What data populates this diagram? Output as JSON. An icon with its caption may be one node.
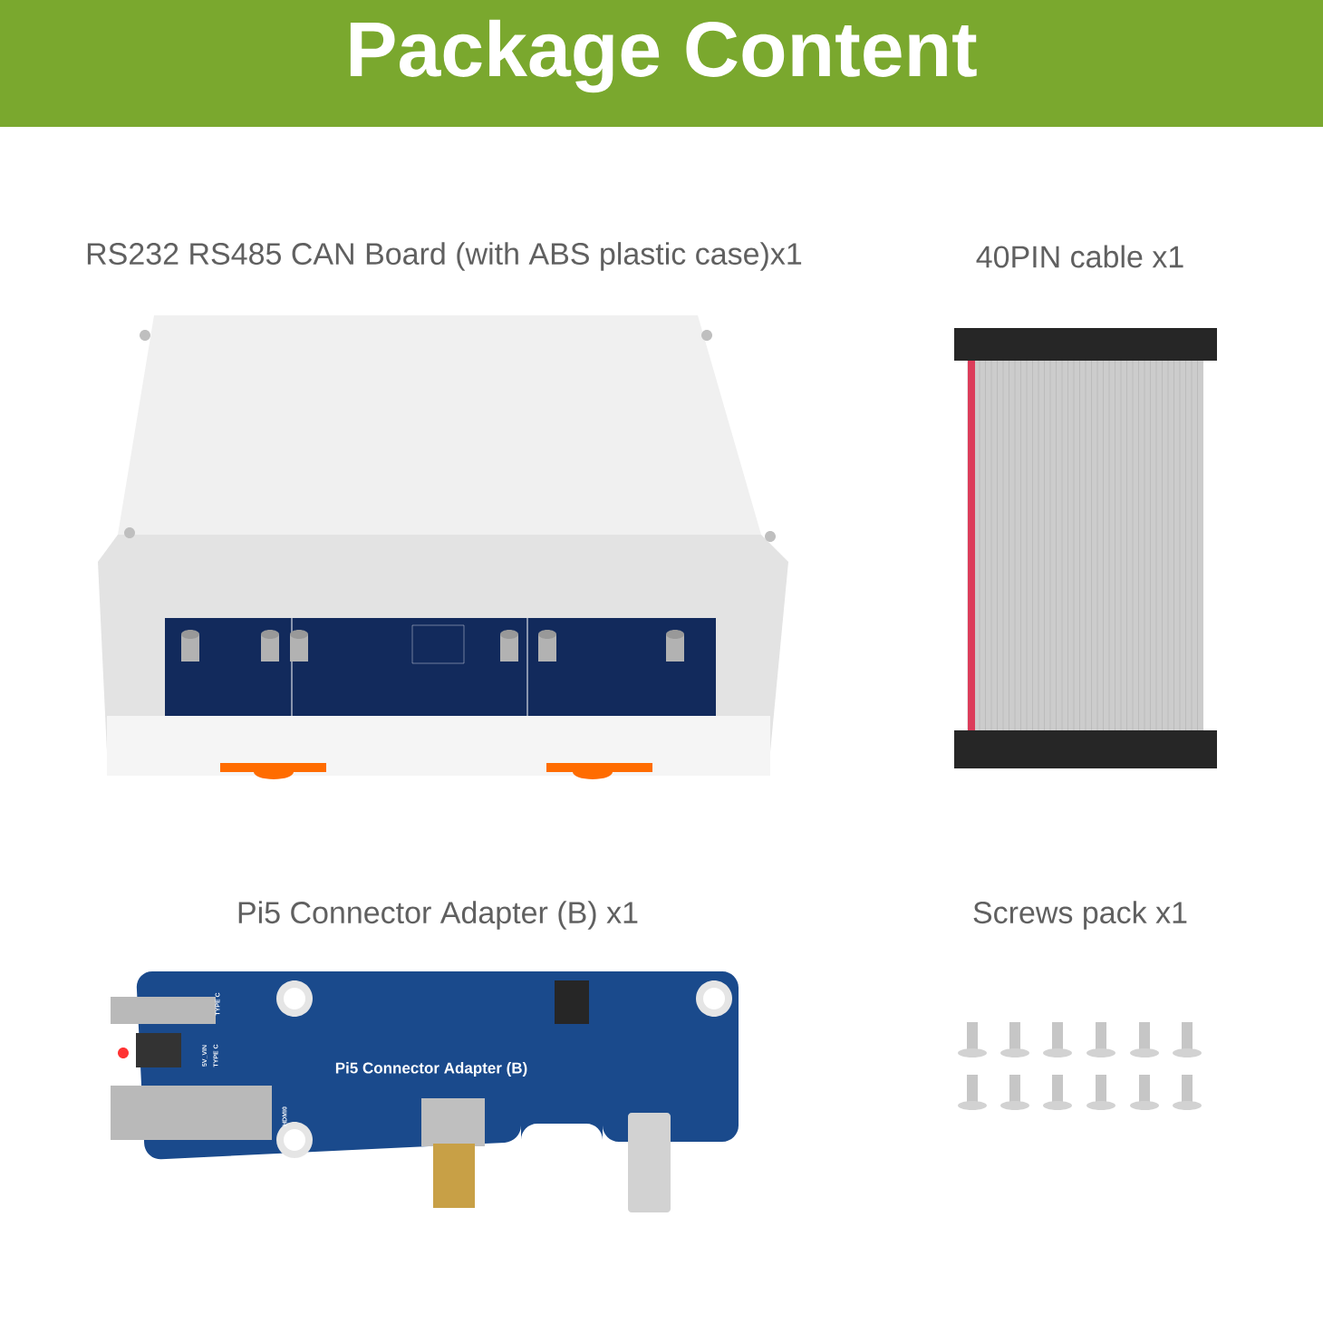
{
  "diagram": {
    "title": "Package Content",
    "labels": [
      "RS232 RS485 CAN Board (with ABS plastic case)x1",
      "40PIN cable x1",
      "Pi5 Connector Adapter (B) x1",
      "Screws pack x1",
      "TYPE C",
      "5V_VIN",
      "TYPE C",
      "HDMI0",
      "Pi5 Connector Adapter (B)"
    ]
  }
}
